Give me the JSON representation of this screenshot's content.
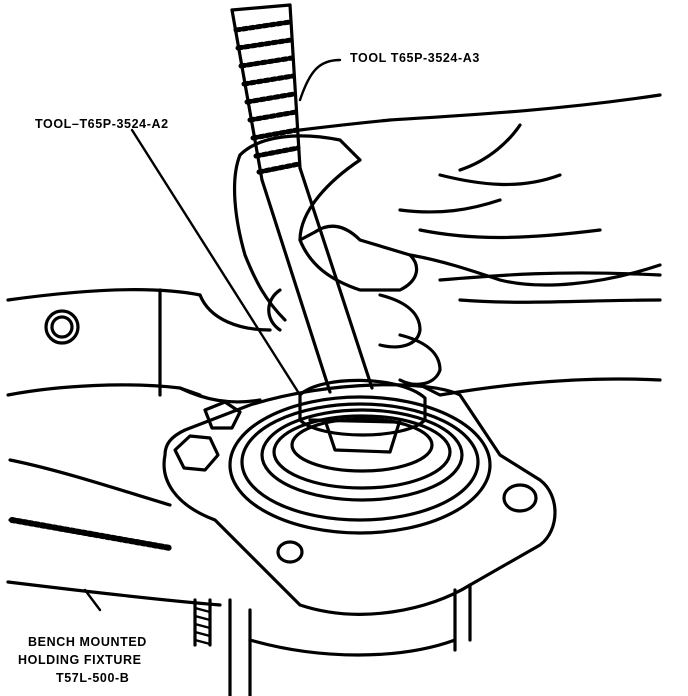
{
  "labels": {
    "tool_top_right": "TOOL T65P-3524-A3",
    "tool_top_left": "TOOL–T65P-3524-A2",
    "fixture_line1": "BENCH MOUNTED",
    "fixture_line2": "HOLDING FIXTURE",
    "fixture_line3": "T57L-500-B"
  },
  "colors": {
    "ink": "#000000",
    "paper": "#ffffff"
  }
}
